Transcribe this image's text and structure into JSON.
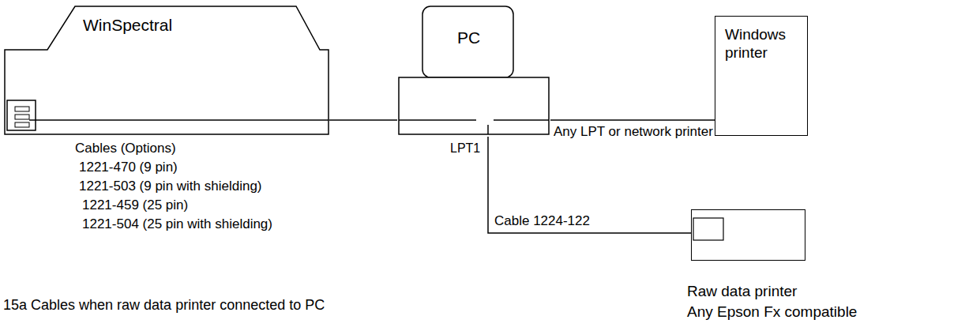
{
  "diagram": {
    "caption": "15a Cables when raw data printer connected to PC",
    "nodes": [
      {
        "text": [
          "WinSpectral"
        ]
      },
      {
        "text": [
          "PC"
        ]
      },
      {
        "text": [
          "Windows printer"
        ]
      },
      {
        "text": [
          "Raw data printer",
          "Any Epson Fx compatible"
        ]
      }
    ],
    "edges": [
      {
        "from": 0,
        "to": 1,
        "arrow": "none"
      },
      {
        "from": 1,
        "to": 2,
        "label": "Any LPT or network printer",
        "arrow": "none"
      },
      {
        "from": 1,
        "to": 3,
        "label": "Cable 1224-122",
        "arrow": "none"
      }
    ],
    "labels": [
      "Cables (Options)",
      "1221-470 (9 pin)",
      "1221-503 (9 pin with shielding)",
      "1221-459 (25 pin)",
      "1221-504 (25 pin with shielding)",
      "LPT1"
    ]
  }
}
